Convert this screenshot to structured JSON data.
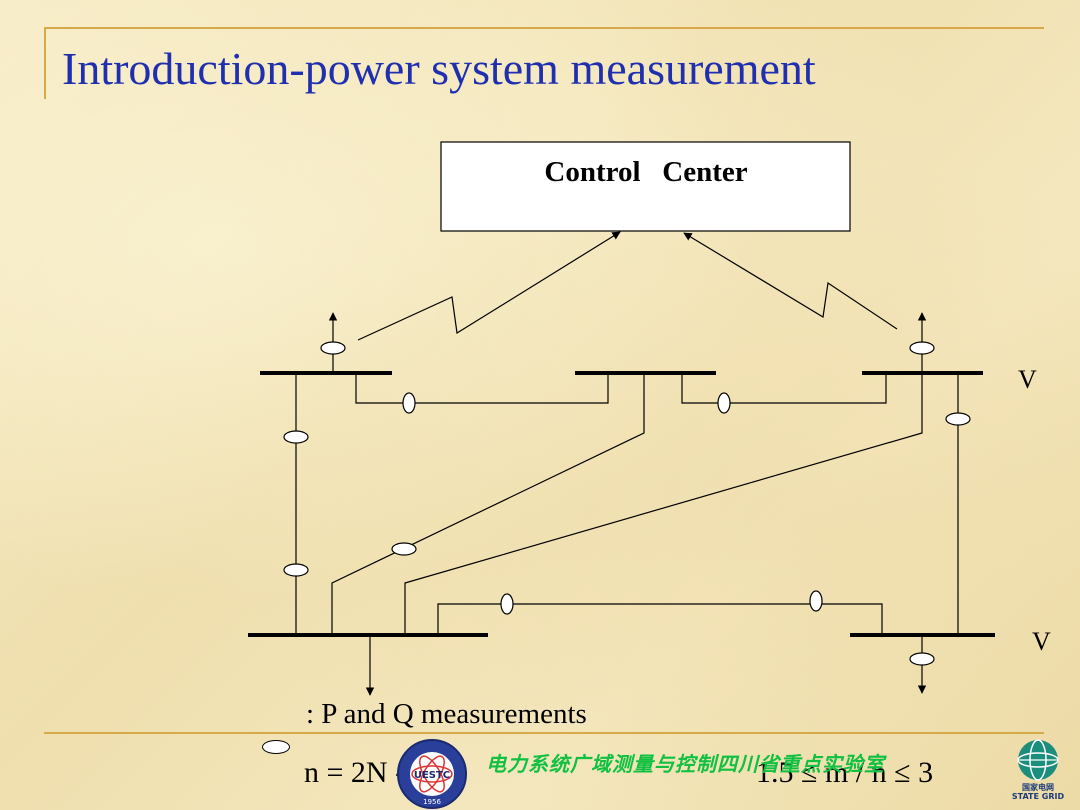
{
  "slide": {
    "title": "Introduction-power system measurement"
  },
  "diagram": {
    "control_center_label": "Control   Center",
    "bus_voltage_label_upper": "V",
    "bus_voltage_label_lower": "V"
  },
  "legend": {
    "measurement_text": ": P  and  Q  measurements"
  },
  "formulas": {
    "measurement_count": "n  =  2N - 1",
    "redundancy_ratio": "1.5  ≤  m / n  ≤  3"
  },
  "footer": {
    "lab_name": "电力系统广域测量与控制四川省重点实验室",
    "university_logo_text": "UESTC",
    "university_logo_year": "1956",
    "state_grid_cn": "国家电网",
    "state_grid_en": "STATE GRID"
  },
  "colors": {
    "title": "#1f2fb0",
    "accent_rule": "#d7a94a",
    "lab_banner": "#10c040"
  }
}
